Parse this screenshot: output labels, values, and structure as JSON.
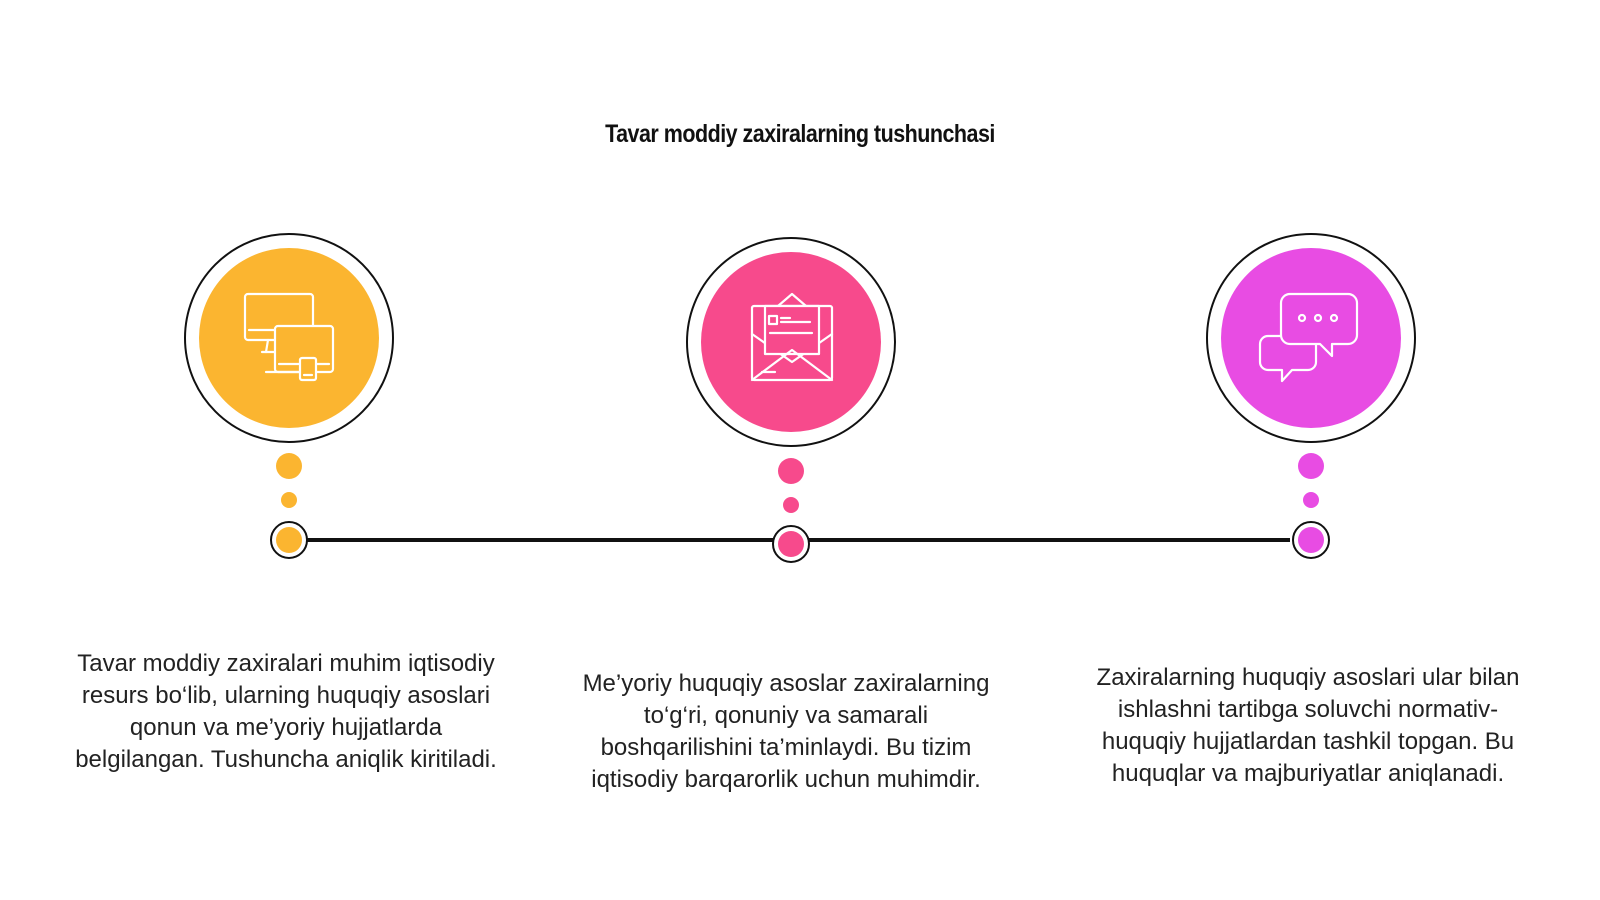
{
  "title": "Tavar moddiy zaxiralarning tushunchasi",
  "steps": [
    {
      "color": "#FBB530",
      "icon": "devices-icon",
      "text": "Tavar moddiy zaxiralari muhim iqtisodiy resurs bo‘lib, ularning huquqiy asoslari qonun va me’yoriy hujjatlarda belgilangan. Tushuncha aniqlik kiritiladi."
    },
    {
      "color": "#F74A8C",
      "icon": "mail-icon",
      "text": "Me’yoriy huquqiy asoslar zaxiralarning to‘g‘ri, qonuniy va samarali boshqarilishini ta’minlaydi. Bu tizim iqtisodiy barqarorlik uchun muhimdir."
    },
    {
      "color": "#E84CE3",
      "icon": "chat-icon",
      "text": "Zaxiralarning huquqiy asoslari ular bilan ishlashni tartibga soluvchi normativ-huquqiy hujjatlardan tashkil topgan. Bu huquqlar va majburiyatlar aniqlanadi."
    }
  ],
  "line_color": "#111111"
}
